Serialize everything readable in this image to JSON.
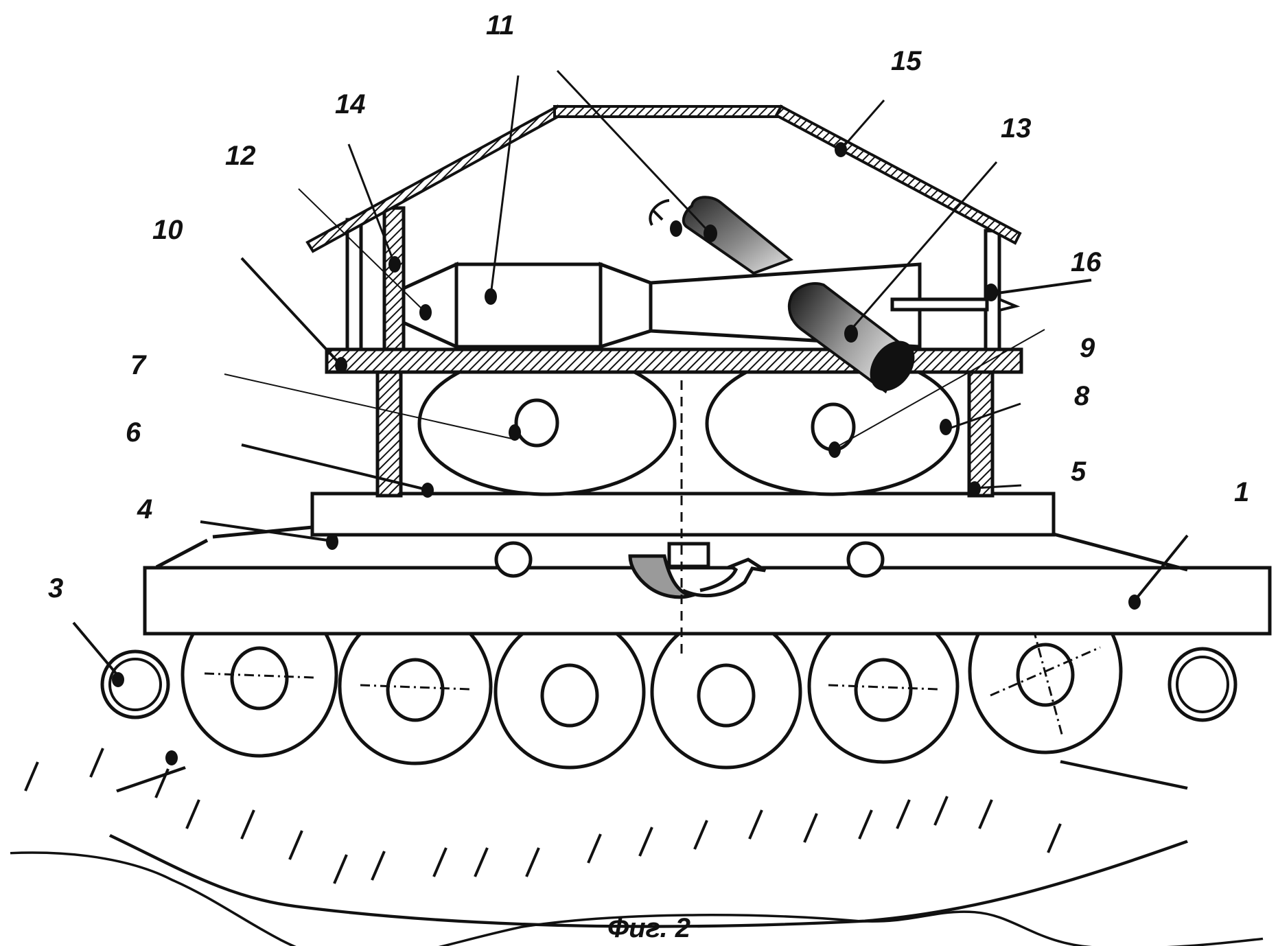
{
  "figure": {
    "caption": "Фиг. 2",
    "ink_color": "#111111",
    "shade_color": "#9a9a9a"
  },
  "labels": [
    {
      "id": "1",
      "text": "1"
    },
    {
      "id": "3",
      "text": "3"
    },
    {
      "id": "4",
      "text": "4"
    },
    {
      "id": "5",
      "text": "5"
    },
    {
      "id": "6",
      "text": "6"
    },
    {
      "id": "7",
      "text": "7"
    },
    {
      "id": "8",
      "text": "8"
    },
    {
      "id": "9",
      "text": "9"
    },
    {
      "id": "10",
      "text": "10"
    },
    {
      "id": "11",
      "text": "11"
    },
    {
      "id": "12",
      "text": "12"
    },
    {
      "id": "13",
      "text": "13"
    },
    {
      "id": "14",
      "text": "14"
    },
    {
      "id": "15",
      "text": "15"
    },
    {
      "id": "16",
      "text": "16"
    }
  ],
  "components": {
    "road_wheels_count": 6,
    "cable_drums_count": 2,
    "idler_wheels_count": 2
  }
}
